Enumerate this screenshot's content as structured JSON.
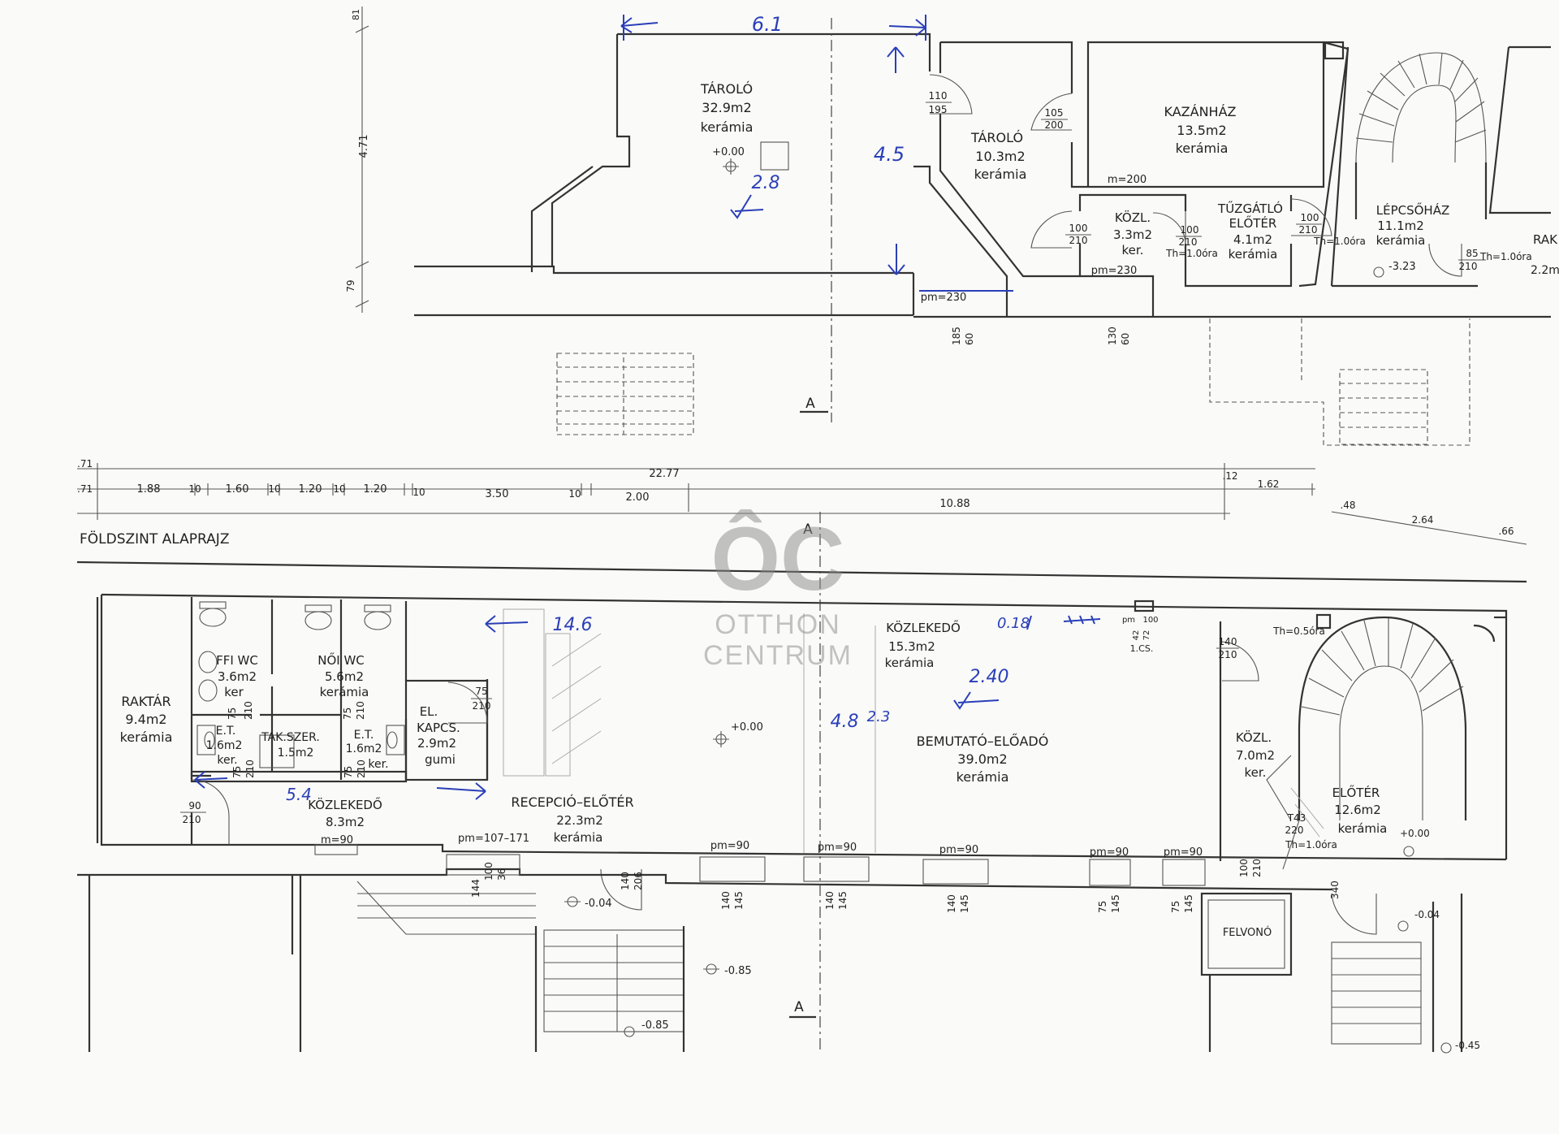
{
  "basement": {
    "height_dims": [
      "81",
      "4.71",
      "79"
    ],
    "rooms": [
      {
        "name": "TÁROLÓ",
        "area": "32.9m2",
        "floor": "kerámia"
      },
      {
        "name": "TÁROLÓ",
        "area": "10.3m2",
        "floor": "kerámia"
      },
      {
        "name": "KAZÁNHÁZ",
        "area": "13.5m2",
        "floor": "kerámia"
      },
      {
        "name": "KÖZL.",
        "area": "3.3m2",
        "floor": "ker."
      },
      {
        "name": "TŰZGÁTLÓ",
        "name2": "ELŐTÉR",
        "area": "4.1m2",
        "floor": "kerámia"
      },
      {
        "name": "LÉPCSŐHÁZ",
        "area": "11.1m2",
        "floor": "kerámia"
      },
      {
        "name": "RAK",
        "area": "2.2m"
      }
    ],
    "doors": [
      {
        "w": "110",
        "h": "195"
      },
      {
        "w": "105",
        "h": "200"
      },
      {
        "w": "100",
        "h": "210"
      },
      {
        "w": "100",
        "h": "210"
      },
      {
        "w": "100",
        "h": "210"
      },
      {
        "w": "85",
        "h": "210"
      }
    ],
    "fire_ratings": [
      "Th=1.0óra",
      "Th=1.0óra",
      "Th=1.0óra"
    ],
    "level_main": "+0.00",
    "level_stair": "-3.23",
    "m200": "m=200",
    "pm230_a": "pm=230",
    "pm230_b": "pm=230",
    "sill_a": [
      "185",
      "60"
    ],
    "sill_b": [
      "130",
      "60"
    ],
    "section": "A",
    "handwritten": {
      "width": "6.1",
      "depth": "4.5",
      "height": "2.8"
    }
  },
  "dimensions": {
    "chain1": [
      ".71",
      "22.77",
      ".12",
      "1.62"
    ],
    "chain2": [
      ".71",
      "1.88",
      "10",
      "1.60",
      "10",
      "1.20",
      "10",
      "1.20",
      "10",
      "3.50",
      "10",
      "2.00",
      "10.88"
    ],
    "chain3": [
      ".48",
      "2.64",
      ".66"
    ]
  },
  "ground": {
    "title": "FÖLDSZINT ALAPRAJZ",
    "section": "A",
    "rooms": [
      {
        "name": "RAKTÁR",
        "area": "9.4m2",
        "floor": "kerámia"
      },
      {
        "name": "FFI WC",
        "area": "3.6m2",
        "floor": "ker"
      },
      {
        "name": "NŐI WC",
        "area": "5.6m2",
        "floor": "kerámia"
      },
      {
        "name": "E.T.",
        "area": "1.6m2",
        "floor": "ker."
      },
      {
        "name": "TAK.SZER.",
        "area": "1.5m2"
      },
      {
        "name": "E.T.",
        "area": "1.6m2",
        "floor": "ker."
      },
      {
        "name": "EL.",
        "name2": "KAPCS.",
        "area": "2.9m2",
        "floor": "gumi"
      },
      {
        "name": "KÖZLEKEDŐ",
        "area": "8.3m2"
      },
      {
        "name": "RECEPCIÓ–ELŐTÉR",
        "area": "22.3m2",
        "floor": "kerámia"
      },
      {
        "name": "KÖZLEKEDŐ",
        "area": "15.3m2",
        "floor": "kerámia"
      },
      {
        "name": "BEMUTATÓ–ELŐADÓ",
        "area": "39.0m2",
        "floor": "kerámia"
      },
      {
        "name": "KÖZL.",
        "area": "7.0m2",
        "floor": "ker."
      },
      {
        "name": "ELŐTÉR",
        "area": "12.6m2",
        "floor": "kerámia"
      },
      {
        "name": "FELVONÓ"
      }
    ],
    "door_labels": [
      "75",
      "210",
      "90",
      "210",
      "140",
      "210",
      "140",
      "206",
      "100",
      "210",
      "75",
      "210",
      "75",
      "210",
      "75",
      "210",
      "75",
      "210",
      "220"
    ],
    "fire": [
      "Th=0.5óra",
      "Th=1.0óra"
    ],
    "ts": "T43",
    "m90": "m=90",
    "pm107": "pm=107–171",
    "pm90": [
      "pm=90",
      "pm=90",
      "pm=90",
      "pm=90",
      "pm=90"
    ],
    "sills": [
      [
        "100",
        "36"
      ],
      [
        "144"
      ],
      [
        "140",
        "145"
      ],
      [
        "140",
        "145"
      ],
      [
        "140",
        "145"
      ],
      [
        "75",
        "145"
      ],
      [
        "75",
        "145"
      ]
    ],
    "levels": [
      "+0.00",
      "+0.00",
      "-0.04",
      "-0.04",
      "-0.85",
      "-0.85",
      "-0.45"
    ],
    "lcs": "1.CS.",
    "pm100": [
      "pm",
      "100",
      "72",
      "42"
    ],
    "door340": "340",
    "handwritten": {
      "length": "14.6",
      "offset": "0.18",
      "height": "2.40",
      "width": "4.8",
      "w2": "2.3",
      "wc": "5.4"
    }
  },
  "watermark": {
    "logo": "ÔC",
    "line1": "OTTHON",
    "line2": "CENTRUM"
  }
}
